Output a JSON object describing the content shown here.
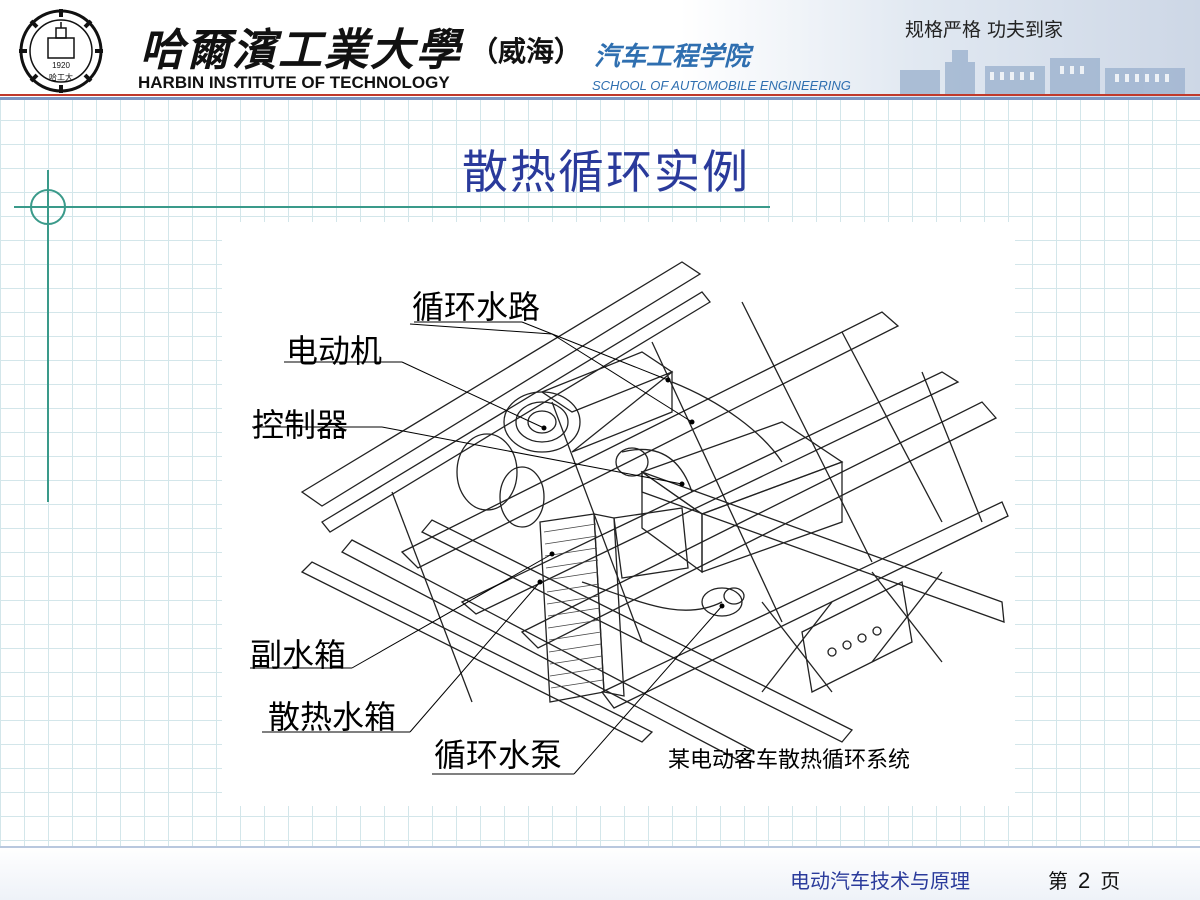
{
  "header": {
    "university_cn": "哈爾濱工業大學",
    "campus_cn": "（威海）",
    "school_cn": "汽车工程学院",
    "university_en": "HARBIN INSTITUTE OF TECHNOLOGY",
    "school_en": "SCHOOL OF AUTOMOBILE ENGINEERING",
    "motto": "规格严格  功夫到家",
    "logo_year": "1920",
    "logo_text": "哈工大"
  },
  "slide": {
    "title": "散热循环实例"
  },
  "figure": {
    "labels": {
      "water_circuit": "循环水路",
      "motor": "电动机",
      "controller": "控制器",
      "expansion_tank": "副水箱",
      "radiator": "散热水箱",
      "water_pump": "循环水泵"
    },
    "caption": "某电动客车散热循环系统"
  },
  "footer": {
    "course": "电动汽车技术与原理",
    "page_prefix": "第",
    "page_number": "2",
    "page_suffix": "页"
  },
  "colors": {
    "title": "#2a3a9b",
    "school_accent": "#2f6fb0",
    "grid": "#d3e6ea",
    "rule_red": "#c0392b"
  }
}
